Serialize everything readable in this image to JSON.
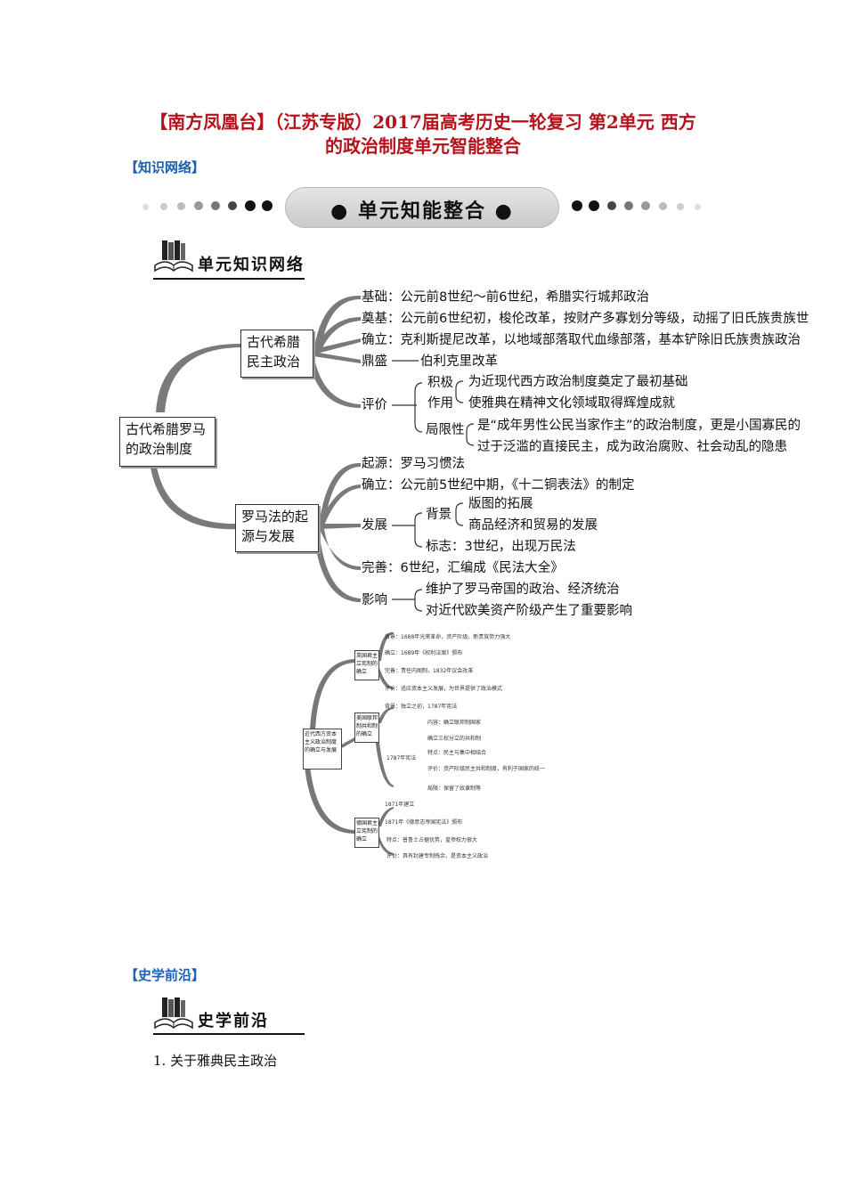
{
  "doc": {
    "title_line1": "【南方凤凰台】（江苏专版）2017届高考历史一轮复习 第2单元 西方",
    "title_line2": "的政治制度单元智能整合",
    "section1": "【知识网络】",
    "banner": "● 单元知能整合 ●",
    "network_heading": "单元知识网络",
    "section2": "【史学前沿】",
    "frontier_heading": "史学前沿",
    "list_item_1": "1.  关于雅典民主政治"
  },
  "colors": {
    "title": "#b5121b",
    "section": "#1b5fb5",
    "branch": "#7a7a7a"
  },
  "map": {
    "root": "古代希腊罗马的政治制度",
    "greece": {
      "label": "古代希腊民主政治",
      "items": [
        "基础：公元前8世纪～前6世纪，希腊实行城邦政治",
        "奠基：公元前6世纪初，梭伦改革，按财产多寡划分等级，动摇了旧氏族贵族世",
        "确立：克利斯提尼改革，以地域部落取代血缘部落，基本铲除旧氏族贵族政治",
        "鼎盛",
        "伯利克里改革",
        "评价",
        "积极",
        "作用",
        "为近现代西方政治制度奠定了最初基础",
        "使雅典在精神文化领域取得辉煌成就",
        "局限性",
        "是“成年男性公民当家作主”的政治制度，更是小国寡民的",
        "过于泛滥的直接民主，成为政治腐败、社会动乱的隐患"
      ]
    },
    "rome": {
      "label": "罗马法的起源与发展",
      "items": [
        "起源：罗马习惯法",
        "确立：公元前5世纪中期，《十二铜表法》的制定",
        "发展",
        "背景",
        "版图的拓展",
        "商品经济和贸易的发展",
        "标志：3世纪，出现万民法",
        "完善：6世纪，汇编成《民法大全》",
        "影响",
        "维护了罗马帝国的政治、经济统治",
        "对近代欧美资产阶级产生了重要影响"
      ]
    }
  },
  "mini_map": {
    "root": "近代西方资本主义政治制度的确立与发展",
    "b1": "英国君主立宪制的确立",
    "b2": "美国联邦制共和制的确立",
    "b3": "德国君主立宪制的确立",
    "lines": [
      "背景：1688年光荣革命，资产阶级、新贵族势力强大",
      "确立：1689年《权利法案》颁布",
      "完善：责任内阁制，1832年议会改革",
      "评价：适应资本主义发展，为世界提供了政治模式",
      "背景：独立之初，1787年宪法",
      "1787年宪法",
      "内容：确立联邦制国家",
      "确立三权分立的共和制",
      "特点：民主与集中相结合",
      "评价：资产阶级民主共和制度，有利于国家的统一",
      "局限：保留了奴隶制等",
      "1871年建立",
      "1871年《德意志帝国宪法》颁布",
      "特点：普鲁士占据优势，皇帝权力很大",
      "评价：具有封建专制残余，是资本主义政治"
    ]
  }
}
